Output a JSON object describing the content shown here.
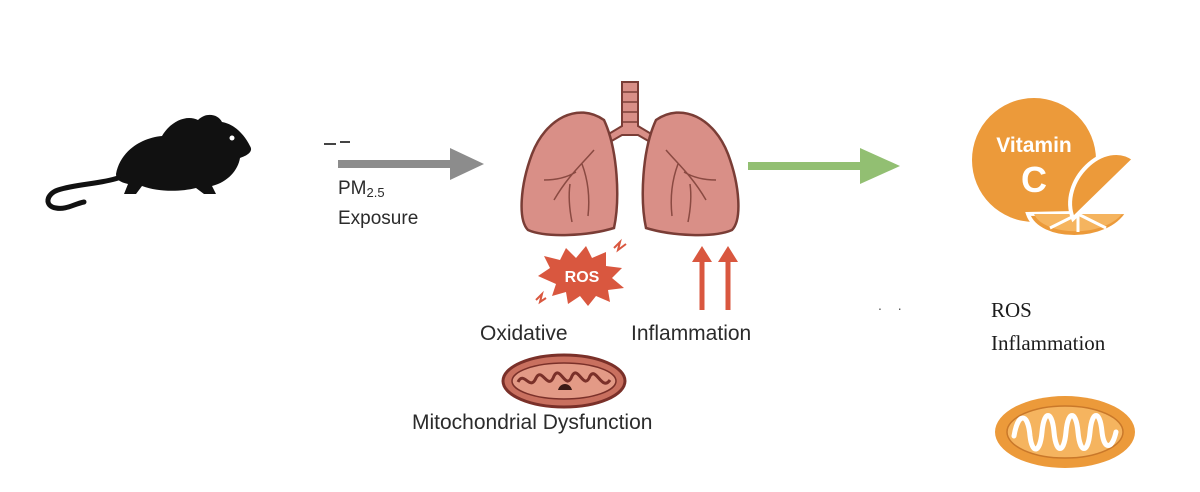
{
  "diagram": {
    "exposure": {
      "pm_prefix": "PM",
      "pm_subscript": "2.5",
      "exposure_label": "Exposure"
    },
    "lung_effects": {
      "ros_badge": "ROS",
      "oxidative_label": "Oxidative",
      "inflammation_label": "Inflammation",
      "mito_label": "Mitochondrial Dysfunction"
    },
    "treatment": {
      "vitamin_line1": "Vitamin",
      "vitamin_line2": "C",
      "ros_label": "ROS",
      "inflammation_label": "Inflammation",
      "dots": ". ."
    },
    "icons": [
      "mouse-icon",
      "lungs-icon",
      "ros-burst-icon",
      "up-arrows-icon",
      "mitochondria-icon",
      "vitamin-c-icon",
      "orange-mitochondria-icon"
    ],
    "colors": {
      "grey_arrow": "#8c8c8c",
      "green_arrow": "#92bf72",
      "lung_fill": "#d98f87",
      "ros_red": "#d9573f",
      "vitamin_orange": "#ec9a3a"
    }
  }
}
